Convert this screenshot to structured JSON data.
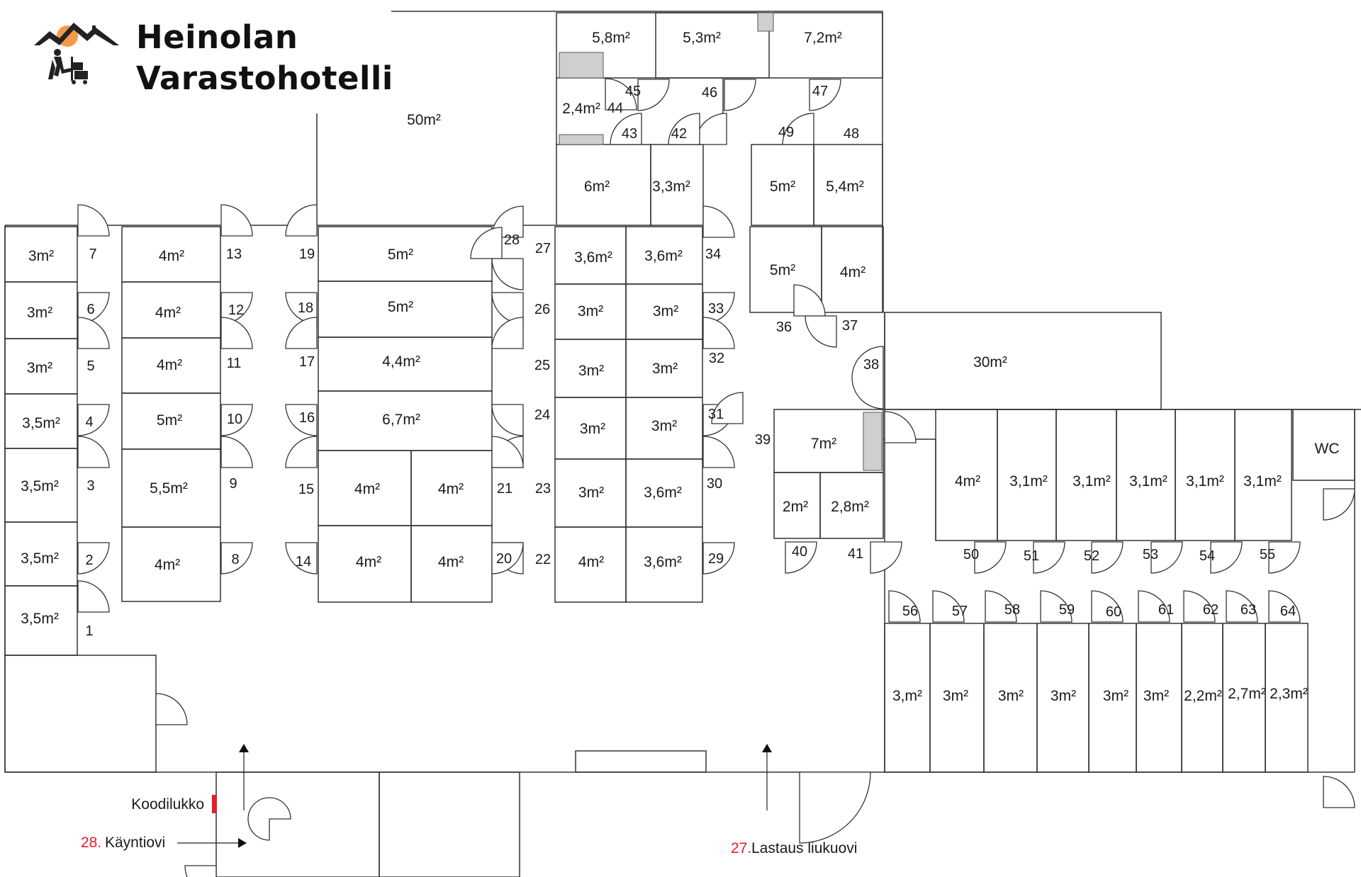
{
  "brand": {
    "line1": "Heinolan",
    "line2": "Varastohotelli",
    "sun_color": "#f39a4a",
    "text_color": "#111111"
  },
  "legend": {
    "code_lock": "Koodilukko",
    "entry_num": "28.",
    "entry_label": "Käyntiovi",
    "slide_num": "27.",
    "slide_label": "Lastaus liukuovi",
    "highlight_color": "#e21e26"
  },
  "rooms": {
    "r_58": "5,8m²",
    "r_53": "5,3m²",
    "r_72": "7,2m²",
    "r_24": "2,4m²",
    "r_50big": "50m²",
    "r_6": "6m²",
    "r_33": "3,3m²",
    "r_5a": "5m²",
    "r_54": "5,4m²",
    "l_1": "3m²",
    "l_2": "3m²",
    "l_3": "3m²",
    "l_4": "3,5m²",
    "l_5": "3,5m²",
    "l_6": "3,5m²",
    "l_7": "3,5m²",
    "c_1": "4m²",
    "c_2": "4m²",
    "c_3": "4m²",
    "c_4": "5m²",
    "c_5": "5,5m²",
    "c_6": "4m²",
    "m_1": "5m²",
    "m_2": "5m²",
    "m_3": "4,4m²",
    "m_4": "6,7m²",
    "q_1": "4m²",
    "q_2": "4m²",
    "q_3": "4m²",
    "q_4": "4m²",
    "k_1": "3,6m²",
    "k_2": "3,6m²",
    "k_3": "3m²",
    "k_4": "3m²",
    "k_5": "3m²",
    "k_6": "3m²",
    "k_7": "3m²",
    "k_8": "3m²",
    "k_9": "3m²",
    "k_10": "3,6m²",
    "k_11": "4m²",
    "k_12": "3,6m²",
    "p_1": "5m²",
    "p_2": "4m²",
    "r_30": "30m²",
    "r_7": "7m²",
    "r_2": "2m²",
    "r_28": "2,8m²",
    "e_1": "4m²",
    "e_2": "3,1m²",
    "e_3": "3,1m²",
    "e_4": "3,1m²",
    "e_5": "3,1m²",
    "e_6": "3,1m²",
    "wc": "WC",
    "b_1": "3,m²",
    "b_2": "3m²",
    "b_3": "3m²",
    "b_4": "3m²",
    "b_5": "3m²",
    "b_6": "3m²",
    "b_7": "2,2m²",
    "b_8": "2,7m²",
    "b_9": "2,3m²"
  },
  "units": {
    "u1": "1",
    "u2": "2",
    "u3": "3",
    "u4": "4",
    "u5": "5",
    "u6": "6",
    "u7": "7",
    "u8": "8",
    "u9": "9",
    "u10": "10",
    "u11": "11",
    "u12": "12",
    "u13": "13",
    "u14": "14",
    "u15": "15",
    "u16": "16",
    "u17": "17",
    "u18": "18",
    "u19": "19",
    "u20": "20",
    "u21": "21",
    "u22": "22",
    "u23": "23",
    "u24": "24",
    "u25": "25",
    "u26": "26",
    "u27": "27",
    "u28": "28",
    "u29": "29",
    "u30": "30",
    "u31": "31",
    "u32": "32",
    "u33": "33",
    "u34": "34",
    "u36": "36",
    "u37": "37",
    "u38": "38",
    "u39": "39",
    "u40": "40",
    "u41": "41",
    "u42": "42",
    "u43": "43",
    "u44": "44",
    "u45": "45",
    "u46": "46",
    "u47": "47",
    "u48": "48",
    "u49": "49",
    "u50": "50",
    "u51": "51",
    "u52": "52",
    "u53": "53",
    "u54": "54",
    "u55": "55",
    "u56": "56",
    "u57": "57",
    "u58": "58",
    "u59": "59",
    "u60": "60",
    "u61": "61",
    "u62": "62",
    "u63": "63",
    "u64": "64"
  }
}
